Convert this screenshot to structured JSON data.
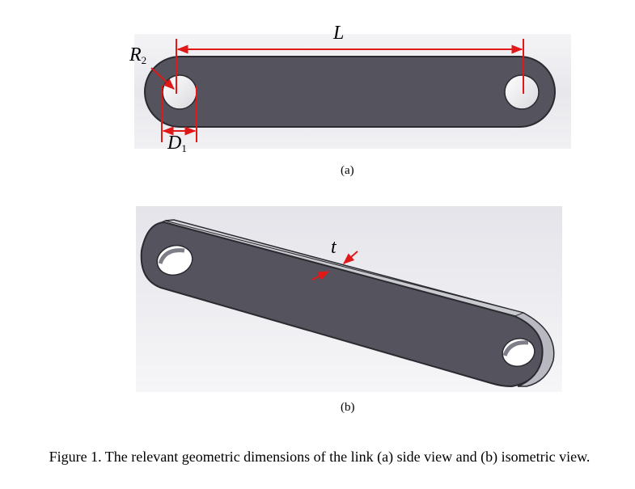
{
  "figure": {
    "dimension_labels": {
      "length": "L",
      "radius_letter": "R",
      "radius_index": "2",
      "diameter_letter": "D",
      "diameter_index": "1",
      "thickness": "t"
    },
    "subcaption_a": "(a)",
    "subcaption_b": "(b)",
    "caption": "Figure 1. The relevant geometric dimensions of the link (a) side view and (b) isometric view."
  },
  "colors": {
    "link_face": "#54535e",
    "link_edge": "#2a2a30",
    "annotation": "#e01818",
    "background_panel": "#e9e9ee"
  }
}
